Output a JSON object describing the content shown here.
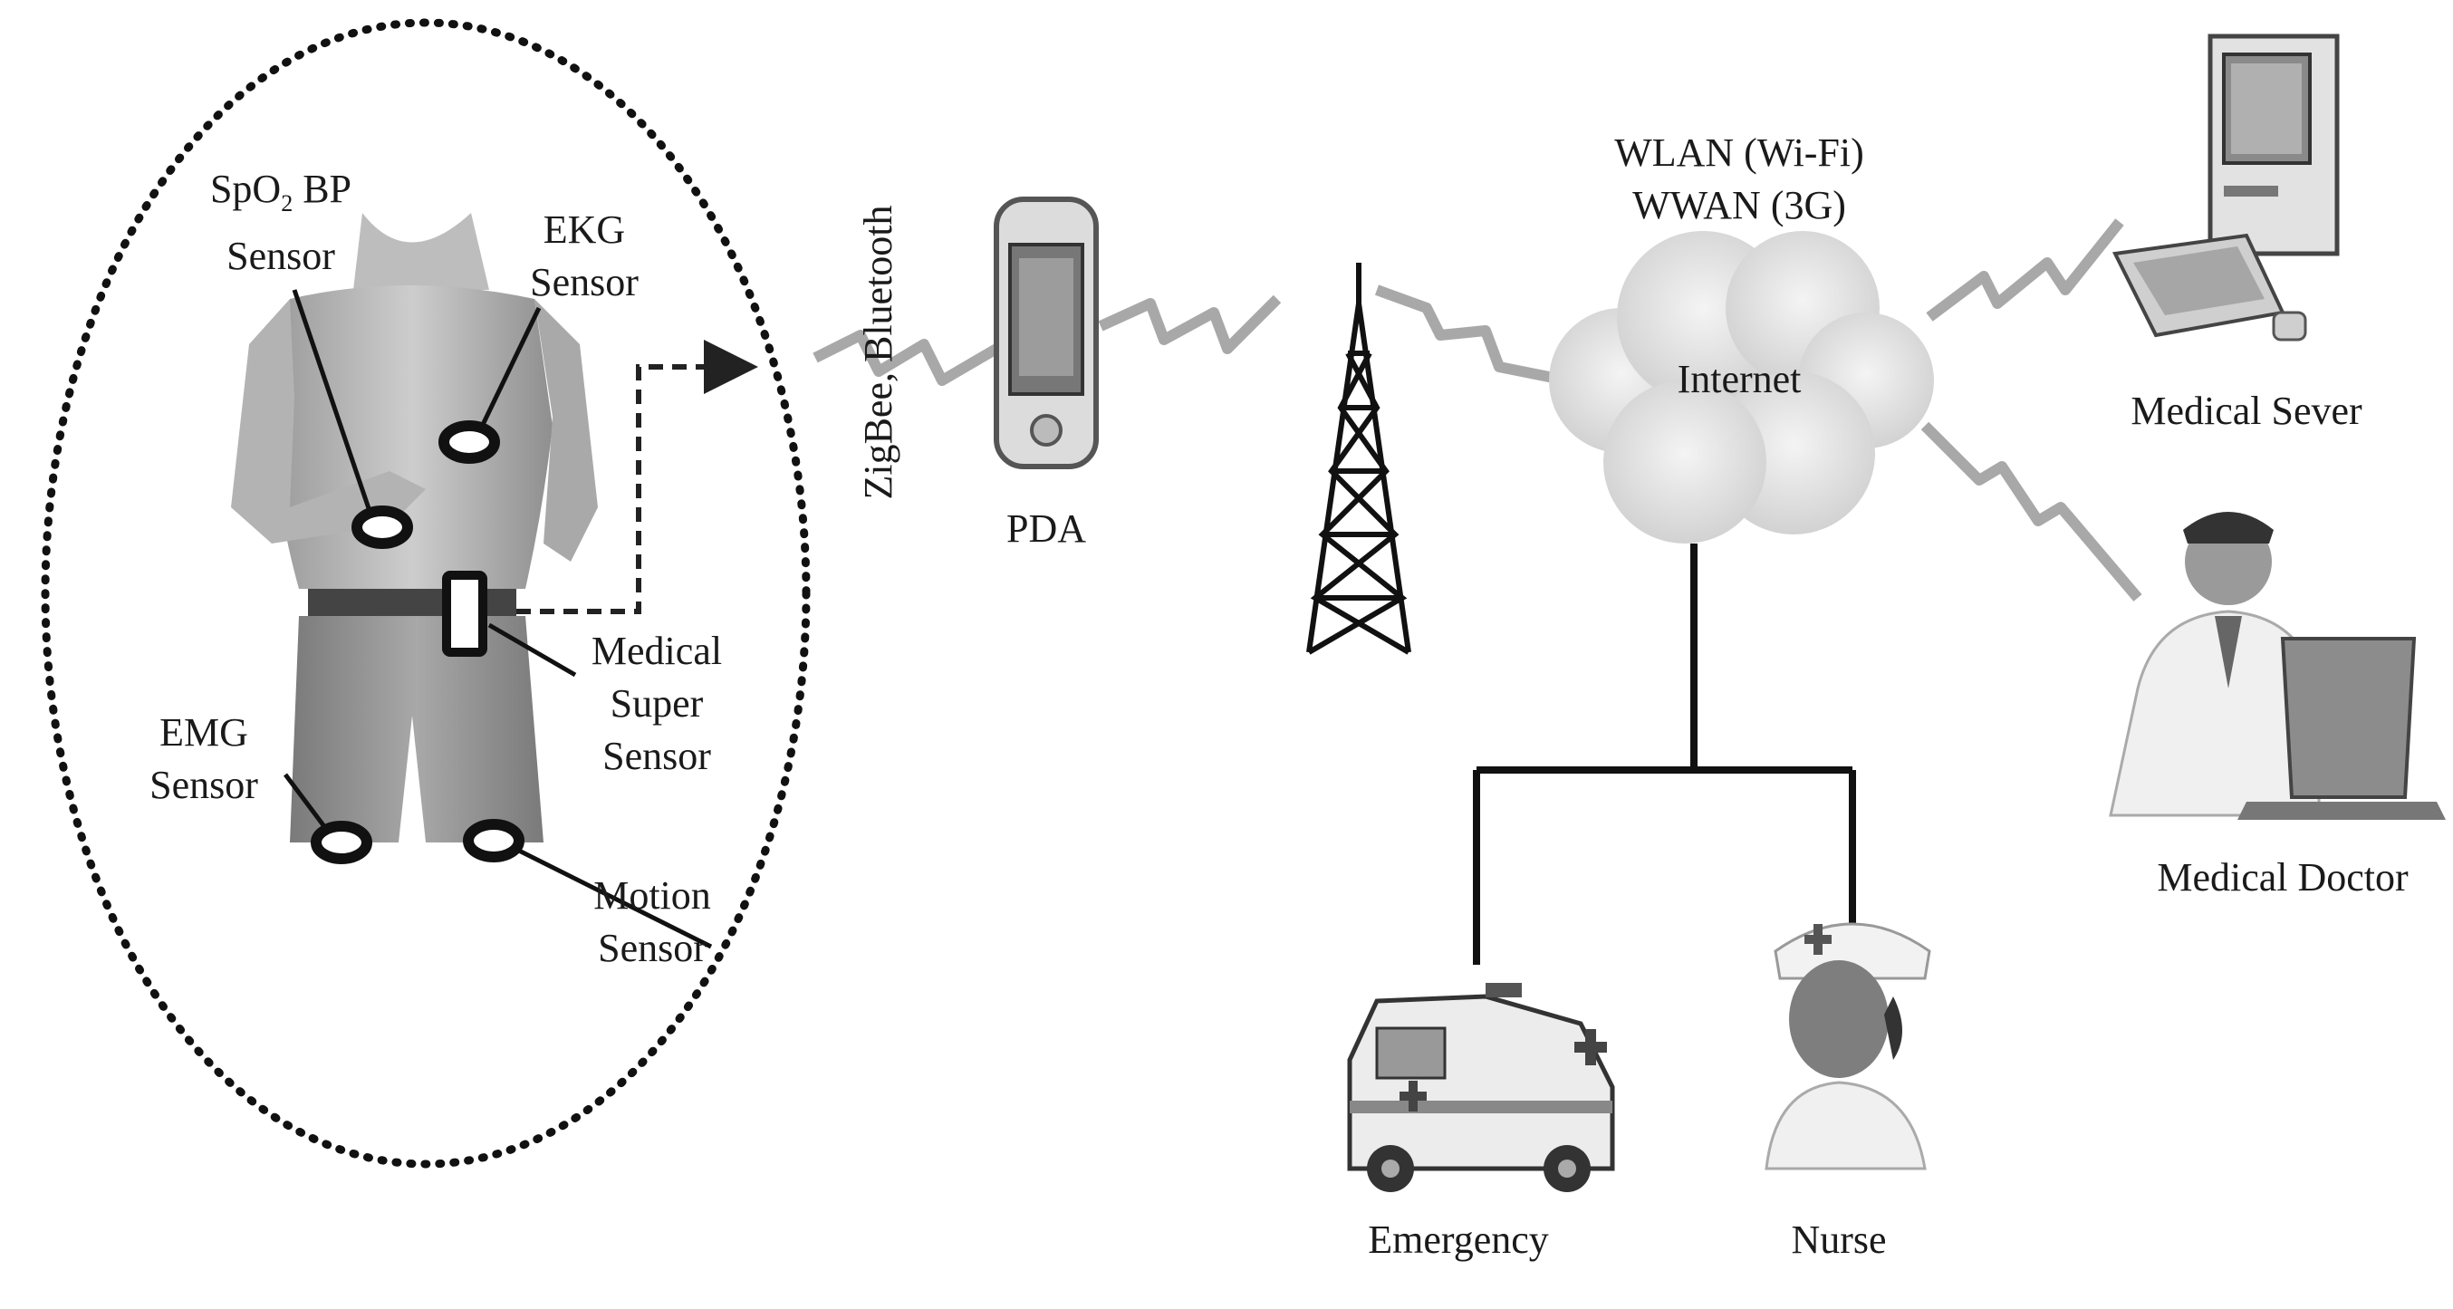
{
  "body_sensors": {
    "spo2": {
      "line1_a": "SpO",
      "line1_sub": "2",
      "line1_b": " BP",
      "line2": "Sensor"
    },
    "ekg": {
      "line1": "EKG",
      "line2": "Sensor"
    },
    "medical_super": {
      "line1": "Medical",
      "line2": "Super",
      "line3": "Sensor"
    },
    "emg": {
      "line1": "EMG",
      "line2": "Sensor"
    },
    "motion": {
      "line1": "Motion",
      "line2": "Sensor"
    }
  },
  "link_label": "ZigBee, Bluetooth",
  "pda_label": "PDA",
  "network": {
    "line1": "WLAN (Wi-Fi)",
    "line2": "WWAN (3G)"
  },
  "internet_label": "Internet",
  "server_label": "Medical Sever",
  "doctor_label": "Medical Doctor",
  "emergency_label": "Emergency",
  "nurse_label": "Nurse",
  "colors": {
    "ink": "#1a1a1a",
    "cloud": "#e4e4e4",
    "skin": "#c9c9c9",
    "arrow": "#bdbdbd"
  }
}
